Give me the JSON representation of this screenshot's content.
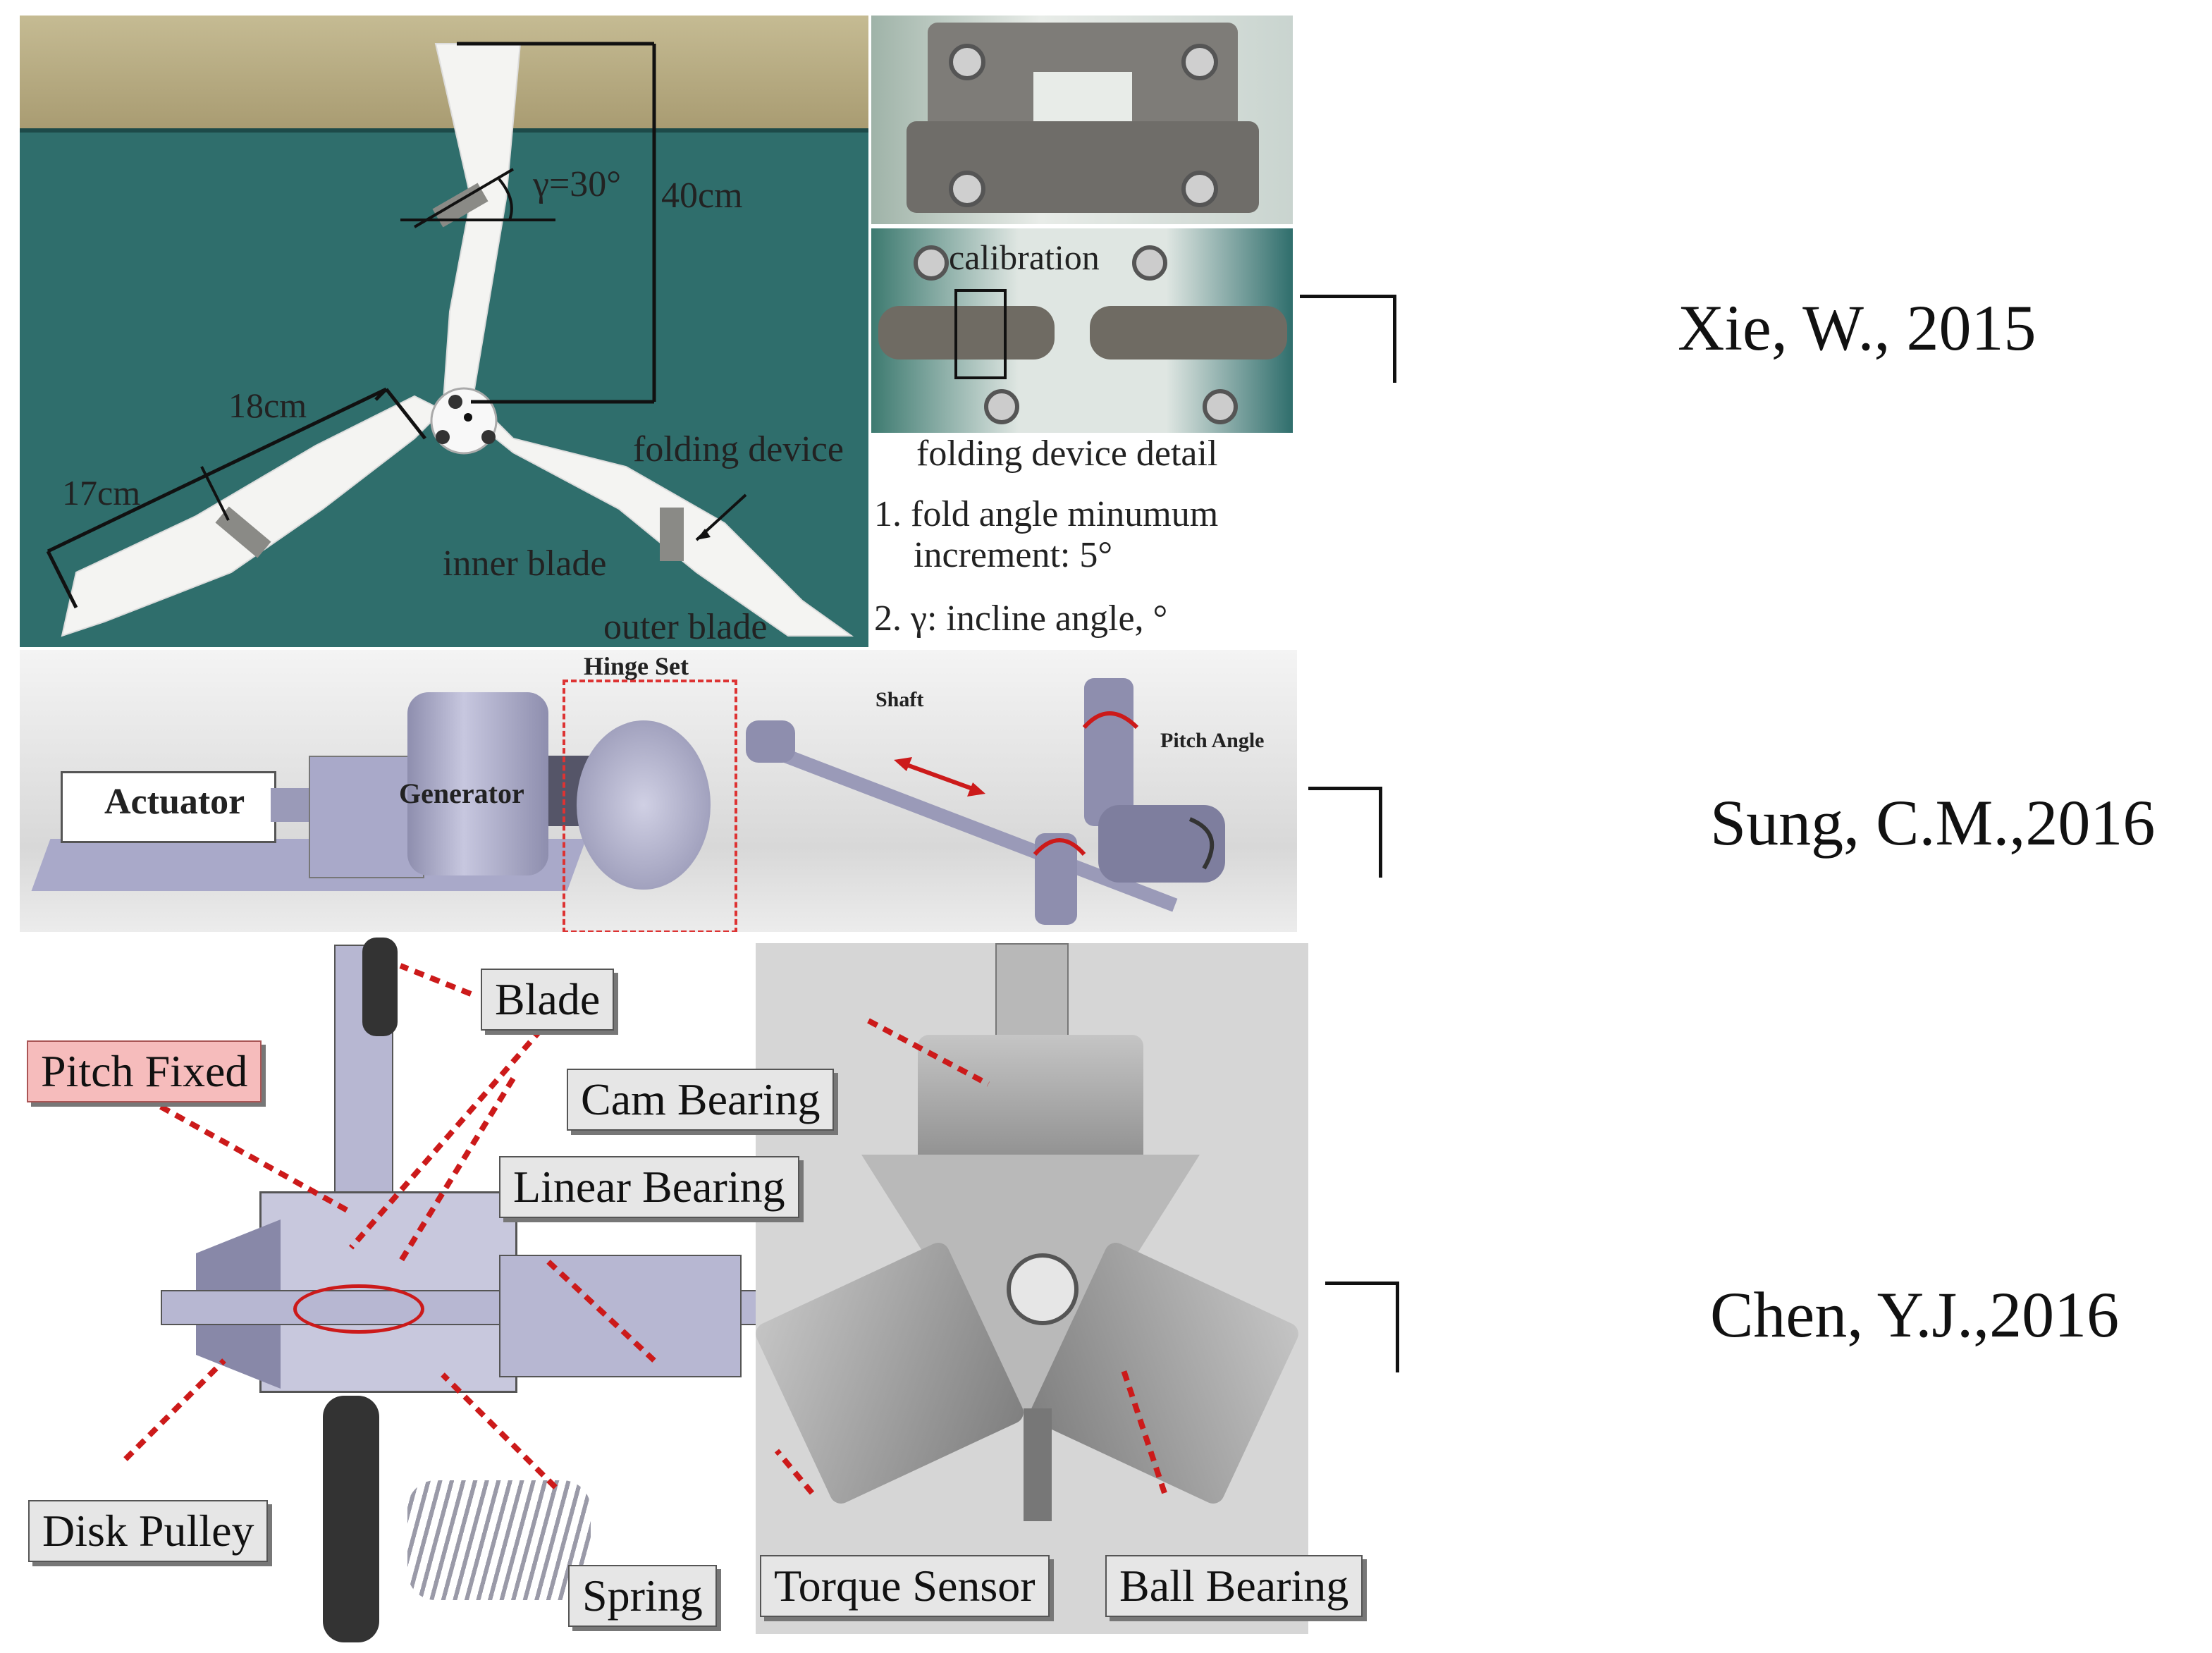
{
  "panel1": {
    "dimensions": {
      "height": "40cm",
      "hub_span": "18cm",
      "outer_span": "17cm",
      "angle": "γ=30°"
    },
    "labels": {
      "folding_device": "folding device",
      "inner_blade": "inner blade",
      "outer_blade": "outer blade"
    },
    "detail": {
      "calibration": "calibration",
      "title": "folding device detail",
      "note1_line1": "1. fold angle minumum",
      "note1_line2": "increment: 5°",
      "note2": "2. γ: incline angle, °"
    }
  },
  "panel2": {
    "labels": {
      "actuator": "Actuator",
      "generator": "Generator",
      "hinge_set": "Hinge Set",
      "shaft": "Shaft",
      "pitch_angle": "Pitch Angle"
    }
  },
  "panel3": {
    "labels": {
      "blade": "Blade",
      "pitch_fixed": "Pitch Fixed",
      "cam_bearing": "Cam Bearing",
      "linear_bearing": "Linear Bearing",
      "disk_pulley": "Disk Pulley",
      "spring": "Spring",
      "torque_sensor": "Torque Sensor",
      "ball_bearing": "Ball Bearing"
    }
  },
  "authors": {
    "row1": "Xie, W., 2015",
    "row2": "Sung, C.M.,2016",
    "row3": "Chen, Y.J.,2016"
  },
  "colors": {
    "background_teal": "#2f6e6c",
    "wall": "#b9ad86",
    "metal": "#8a8a86",
    "cad_body": "#a9a9c9",
    "arrow_red": "#cc1a1a"
  }
}
